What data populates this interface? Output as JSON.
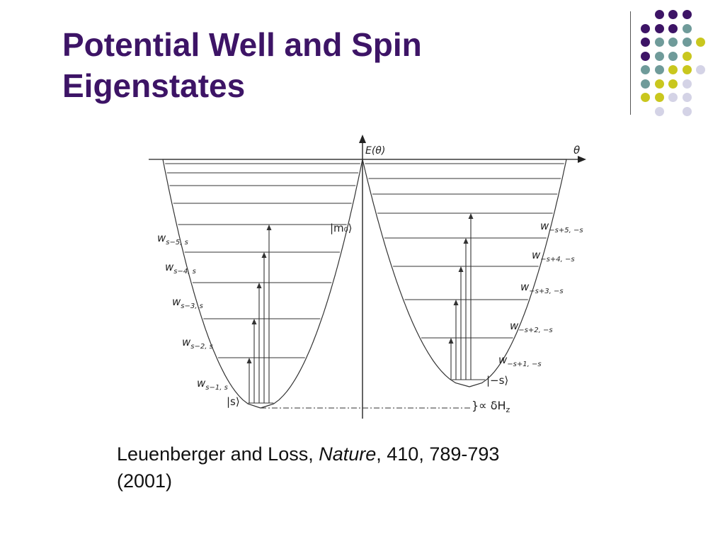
{
  "slide": {
    "title_lines": [
      "Potential Well and Spin",
      "Eigenstates"
    ]
  },
  "decoration": {
    "dot_colors": {
      "purple": "#3d1466",
      "teal": "#6f9b9a",
      "yellow": "#c9c71e",
      "lavender": "#d4d3e6"
    },
    "dot_rows": [
      [
        "",
        "purple",
        "purple",
        "purple",
        ""
      ],
      [
        "purple",
        "purple",
        "purple",
        "teal",
        ""
      ],
      [
        "purple",
        "teal",
        "teal",
        "teal",
        "yellow"
      ],
      [
        "purple",
        "teal",
        "teal",
        "yellow",
        ""
      ],
      [
        "teal",
        "teal",
        "yellow",
        "yellow",
        "lavender"
      ],
      [
        "teal",
        "yellow",
        "yellow",
        "lavender",
        ""
      ],
      [
        "yellow",
        "yellow",
        "lavender",
        "lavender",
        ""
      ],
      [
        "",
        "lavender",
        "",
        "lavender",
        ""
      ]
    ]
  },
  "diagram": {
    "energy_axis_label": "E(θ)",
    "angle_axis_label": "θ",
    "ket_top": "|m₀⟩",
    "ket_left_ground": "|s⟩",
    "ket_right_ground": "|−s⟩",
    "splitting_label": "}∝ δH",
    "splitting_subscript": "z",
    "left_rates": [
      {
        "main": "w",
        "sub": "s−5, s"
      },
      {
        "main": "w",
        "sub": "s−4, s"
      },
      {
        "main": "w",
        "sub": "s−3, s"
      },
      {
        "main": "w",
        "sub": "s−2, s"
      },
      {
        "main": "w",
        "sub": "s−1, s"
      }
    ],
    "right_rates": [
      {
        "main": "w",
        "sub": "−s+5, −s"
      },
      {
        "main": "w",
        "sub": "−s+4, −s"
      },
      {
        "main": "w",
        "sub": "−s+3, −s"
      },
      {
        "main": "w",
        "sub": "−s+2, −s"
      },
      {
        "main": "w",
        "sub": "−s+1, −s"
      }
    ]
  },
  "citation": {
    "authors": "Leuenberger and Loss, ",
    "journal": "Nature",
    "details": ", 410, 789-793",
    "year": "(2001)"
  }
}
